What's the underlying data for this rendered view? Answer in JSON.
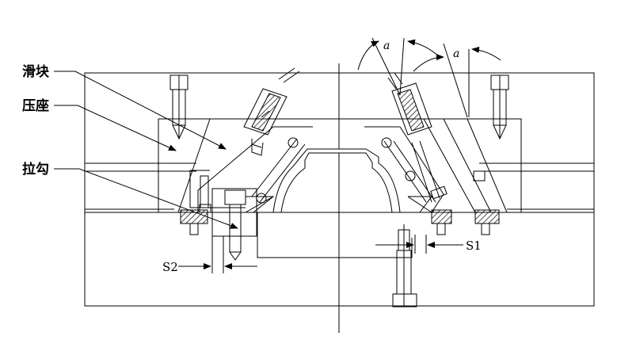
{
  "labels": {
    "slider": "滑块",
    "press_seat": "压座",
    "pull_hook": "拉勾",
    "s1": "S1",
    "s2": "S2",
    "angle_left": "a",
    "angle_right": "a"
  },
  "colors": {
    "line": "#000000",
    "background": "#ffffff"
  }
}
